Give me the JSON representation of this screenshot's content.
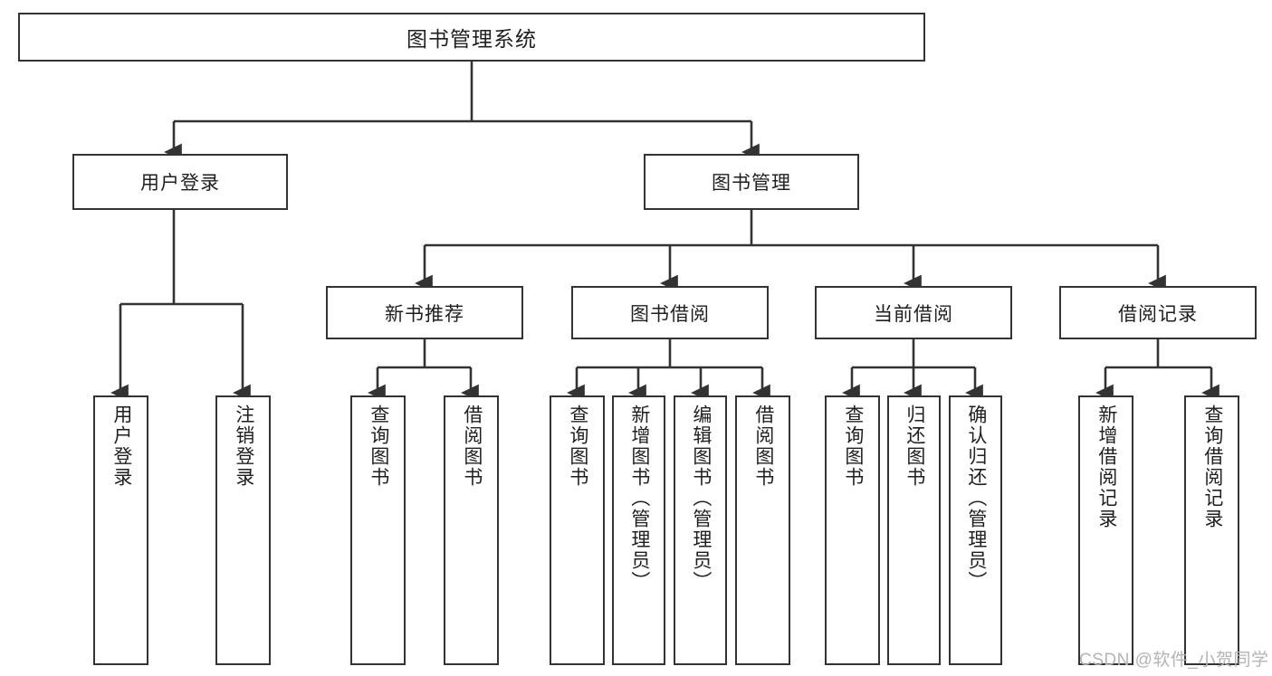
{
  "diagram": {
    "title": "图书管理系统",
    "type": "tree-hierarchy",
    "colors": {
      "box_stroke": "#333333",
      "box_fill": "#ffffff",
      "edge": "#333333",
      "background": "#ffffff",
      "watermark": "#b4b4b4"
    },
    "root": {
      "label": "图书管理系统"
    },
    "level1": [
      {
        "id": "user-login",
        "label": "用户登录"
      },
      {
        "id": "book-manage",
        "label": "图书管理"
      }
    ],
    "level2": [
      {
        "id": "new-book-recommend",
        "label": "新书推荐"
      },
      {
        "id": "book-borrow",
        "label": "图书借阅"
      },
      {
        "id": "current-borrow",
        "label": "当前借阅"
      },
      {
        "id": "borrow-record",
        "label": "借阅记录"
      }
    ],
    "leaves": {
      "user_login": [
        {
          "id": "leaf-user-login",
          "label": "用户登录"
        },
        {
          "id": "leaf-logout-login",
          "label": "注销登录"
        }
      ],
      "new_book_recommend": [
        {
          "id": "leaf-query-book-1",
          "label": "查询图书"
        },
        {
          "id": "leaf-borrow-book-1",
          "label": "借阅图书"
        }
      ],
      "book_borrow": [
        {
          "id": "leaf-query-book-2",
          "label": "查询图书"
        },
        {
          "id": "leaf-add-book",
          "label": "新增图书（管理员）"
        },
        {
          "id": "leaf-edit-book",
          "label": "编辑图书（管理员）"
        },
        {
          "id": "leaf-borrow-book-2",
          "label": "借阅图书"
        }
      ],
      "current_borrow": [
        {
          "id": "leaf-query-book-3",
          "label": "查询图书"
        },
        {
          "id": "leaf-return-book",
          "label": "归还图书"
        },
        {
          "id": "leaf-confirm-return",
          "label": "确认归还（管理员）"
        }
      ],
      "borrow_record": [
        {
          "id": "leaf-add-borrow-record",
          "label": "新增借阅记录"
        },
        {
          "id": "leaf-query-borrow-record",
          "label": "查询借阅记录"
        }
      ]
    }
  },
  "watermark": {
    "text": "CSDN @软件_小贺同学"
  }
}
